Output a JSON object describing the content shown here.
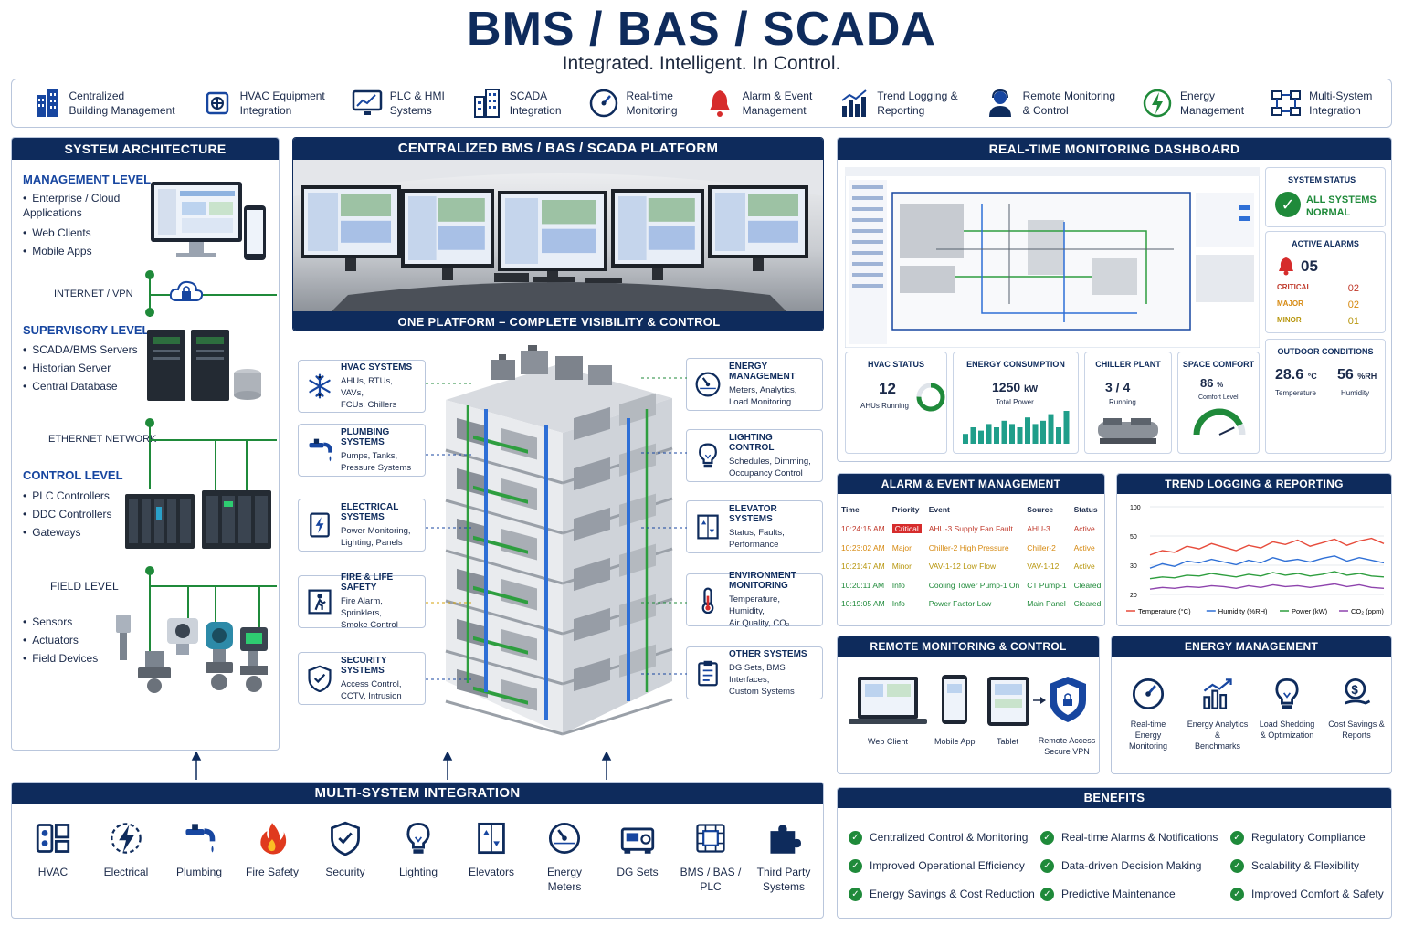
{
  "header": {
    "title": "BMS / BAS / SCADA",
    "subtitle": "Integrated. Intelligent. In Control."
  },
  "topbar": [
    {
      "label": "Centralized\nBuilding Management",
      "icon": "building-icon"
    },
    {
      "label": "HVAC Equipment\nIntegration",
      "icon": "hvac-icon"
    },
    {
      "label": "PLC & HMI\nSystems",
      "icon": "hmi-monitor-icon"
    },
    {
      "label": "SCADA\nIntegration",
      "icon": "tower-building-icon"
    },
    {
      "label": "Real-time\nMonitoring",
      "icon": "gauge-icon"
    },
    {
      "label": "Alarm & Event\nManagement",
      "icon": "alarm-bell-icon"
    },
    {
      "label": "Trend Logging &\nReporting",
      "icon": "bar-chart-icon"
    },
    {
      "label": "Remote Monitoring\n& Control",
      "icon": "operator-icon"
    },
    {
      "label": "Energy\nManagement",
      "icon": "energy-icon"
    },
    {
      "label": "Multi-System\nIntegration",
      "icon": "network-icon"
    }
  ],
  "architecture": {
    "title": "SYSTEM ARCHITECTURE",
    "management": {
      "title": "MANAGEMENT LEVEL",
      "items": [
        "Enterprise / Cloud\nApplications",
        "Web Clients",
        "Mobile Apps"
      ]
    },
    "internet": "INTERNET / VPN",
    "supervisory": {
      "title": "SUPERVISORY LEVEL",
      "items": [
        "SCADA/BMS Servers",
        "Historian Server",
        "Central Database"
      ]
    },
    "ethernet": "ETHERNET NETWORK",
    "control": {
      "title": "CONTROL LEVEL",
      "items": [
        "PLC Controllers",
        "DDC Controllers",
        "Gateways"
      ]
    },
    "field_label": "FIELD LEVEL",
    "field_items": [
      "Sensors",
      "Actuators",
      "Field Devices"
    ]
  },
  "platform": {
    "title": "CENTRALIZED BMS / BAS / SCADA PLATFORM",
    "caption": "ONE PLATFORM – COMPLETE VISIBILITY & CONTROL"
  },
  "systems_left": [
    {
      "title": "HVAC SYSTEMS",
      "desc": "AHUs, RTUs, VAVs,\nFCUs, Chillers",
      "icon": "snowflake-icon"
    },
    {
      "title": "PLUMBING SYSTEMS",
      "desc": "Pumps, Tanks,\nPressure Systems",
      "icon": "faucet-icon"
    },
    {
      "title": "ELECTRICAL SYSTEMS",
      "desc": "Power Monitoring,\nLighting, Panels",
      "icon": "electrical-panel-icon"
    },
    {
      "title": "FIRE & LIFE SAFETY",
      "desc": "Fire Alarm, Sprinklers,\nSmoke Control",
      "icon": "fire-exit-icon"
    },
    {
      "title": "SECURITY SYSTEMS",
      "desc": "Access Control,\nCCTV, Intrusion",
      "icon": "shield-icon"
    }
  ],
  "systems_right": [
    {
      "title": "ENERGY MANAGEMENT",
      "desc": "Meters, Analytics,\nLoad Monitoring",
      "icon": "meter-icon"
    },
    {
      "title": "LIGHTING CONTROL",
      "desc": "Schedules, Dimming,\nOccupancy Control",
      "icon": "bulb-icon"
    },
    {
      "title": "ELEVATOR SYSTEMS",
      "desc": "Status, Faults,\nPerformance",
      "icon": "elevator-icon"
    },
    {
      "title": "ENVIRONMENT MONITORING",
      "desc": "Temperature, Humidity,\nAir Quality, CO₂",
      "icon": "thermometer-icon"
    },
    {
      "title": "OTHER SYSTEMS",
      "desc": "DG Sets, BMS Interfaces,\nCustom Systems",
      "icon": "clipboard-icon"
    }
  ],
  "dashboard": {
    "title": "REAL-TIME MONITORING DASHBOARD",
    "system_status": {
      "title": "SYSTEM STATUS",
      "value": "ALL SYSTEMS\nNORMAL"
    },
    "active_alarms": {
      "title": "ACTIVE ALARMS",
      "count": "05",
      "rows": [
        {
          "label": "CRITICAL",
          "value": "02",
          "color": "#c0392b"
        },
        {
          "label": "MAJOR",
          "value": "02",
          "color": "#d68910"
        },
        {
          "label": "MINOR",
          "value": "01",
          "color": "#b7950b"
        }
      ]
    },
    "hvac": {
      "title": "HVAC STATUS",
      "value": "12",
      "sub": "AHUs Running",
      "fraction": 0.75
    },
    "energy": {
      "title": "ENERGY CONSUMPTION",
      "value": "1250",
      "unit": "kW",
      "sub": "Total Power",
      "bars": [
        3,
        5,
        4,
        6,
        5,
        7,
        6,
        5,
        8,
        6,
        7,
        9,
        5,
        10
      ]
    },
    "chiller": {
      "title": "CHILLER PLANT",
      "value": "3 / 4",
      "sub": "Running"
    },
    "comfort": {
      "title": "SPACE COMFORT",
      "value": "86",
      "unit": "%",
      "sub": "Comfort Level",
      "fraction": 0.86
    },
    "outdoor": {
      "title": "OUTDOOR CONDITIONS",
      "temp": "28.6",
      "temp_unit": "°C",
      "temp_label": "Temperature",
      "hum": "56",
      "hum_unit": "%RH",
      "hum_label": "Humidity"
    }
  },
  "alarm_table": {
    "title": "ALARM & EVENT MANAGEMENT",
    "headers": [
      "Time",
      "Priority",
      "Event",
      "Source",
      "Status"
    ],
    "rows": [
      {
        "time": "10:24:15 AM",
        "priority": "Critical",
        "event": "AHU-3 Supply Fan Fault",
        "source": "AHU-3",
        "status": "Active",
        "color": "#c0392b"
      },
      {
        "time": "10:23:02 AM",
        "priority": "Major",
        "event": "Chiller-2 High Pressure",
        "source": "Chiller-2",
        "status": "Active",
        "color": "#d68910"
      },
      {
        "time": "10:21:47 AM",
        "priority": "Minor",
        "event": "VAV-1-12 Low Flow",
        "source": "VAV-1-12",
        "status": "Active",
        "color": "#b7950b"
      },
      {
        "time": "10:20:11 AM",
        "priority": "Info",
        "event": "Cooling Tower Pump-1 On",
        "source": "CT Pump-1",
        "status": "Cleared",
        "color": "#1f8a3a"
      },
      {
        "time": "10:19:05 AM",
        "priority": "Info",
        "event": "Power Factor Low",
        "source": "Main Panel",
        "status": "Cleared",
        "color": "#1f8a3a"
      }
    ]
  },
  "trend": {
    "title": "TREND LOGGING & REPORTING",
    "chart_data": {
      "type": "line",
      "y_ticks": [
        "100",
        "50",
        "30",
        "20"
      ],
      "ylim": [
        0,
        100
      ],
      "series": [
        {
          "name": "Temperature (°C)",
          "color": "#e74c3c",
          "values": [
            45,
            50,
            48,
            55,
            52,
            58,
            54,
            50,
            56,
            53,
            60,
            57,
            62,
            55,
            59,
            63,
            56,
            61,
            64,
            58
          ]
        },
        {
          "name": "Humidity (%RH)",
          "color": "#2e6fd6",
          "values": [
            30,
            35,
            32,
            38,
            36,
            40,
            37,
            34,
            39,
            36,
            42,
            38,
            40,
            37,
            41,
            44,
            38,
            42,
            39,
            36
          ]
        },
        {
          "name": "Power (kW)",
          "color": "#2e9e3f",
          "values": [
            18,
            20,
            19,
            22,
            21,
            24,
            22,
            20,
            23,
            21,
            25,
            22,
            24,
            21,
            23,
            26,
            22,
            24,
            21,
            20
          ]
        },
        {
          "name": "CO₂ (ppm)",
          "color": "#8e44ad",
          "values": [
            6,
            8,
            7,
            9,
            8,
            10,
            9,
            7,
            10,
            8,
            11,
            9,
            10,
            8,
            10,
            12,
            9,
            11,
            8,
            7
          ]
        }
      ]
    }
  },
  "remote": {
    "title": "REMOTE MONITORING & CONTROL",
    "items": [
      {
        "label": "Web Client"
      },
      {
        "label": "Mobile App"
      },
      {
        "label": "Tablet"
      },
      {
        "label": "Remote Access\nSecure VPN"
      }
    ]
  },
  "energy_mgmt": {
    "title": "ENERGY MANAGEMENT",
    "items": [
      {
        "label": "Real-time\nEnergy Monitoring",
        "icon": "gauge-icon"
      },
      {
        "label": "Energy Analytics &\nBenchmarks",
        "icon": "analytics-icon"
      },
      {
        "label": "Load Shedding\n& Optimization",
        "icon": "bulb-icon"
      },
      {
        "label": "Cost Savings &\nReports",
        "icon": "savings-icon"
      }
    ]
  },
  "multi": {
    "title": "MULTI-SYSTEM INTEGRATION",
    "items": [
      {
        "label": "HVAC",
        "icon": "hvac-board-icon"
      },
      {
        "label": "Electrical",
        "icon": "lightning-icon"
      },
      {
        "label": "Plumbing",
        "icon": "faucet-icon"
      },
      {
        "label": "Fire Safety",
        "icon": "flame-icon"
      },
      {
        "label": "Security",
        "icon": "shield-icon"
      },
      {
        "label": "Lighting",
        "icon": "bulb-icon"
      },
      {
        "label": "Elevators",
        "icon": "elevator-icon"
      },
      {
        "label": "Energy Meters",
        "icon": "meter-icon"
      },
      {
        "label": "DG Sets",
        "icon": "generator-icon"
      },
      {
        "label": "BMS / BAS / PLC",
        "icon": "controller-icon"
      },
      {
        "label": "Third Party\nSystems",
        "icon": "puzzle-icon"
      }
    ]
  },
  "benefits": {
    "title": "BENEFITS",
    "items": [
      "Centralized Control & Monitoring",
      "Real-time Alarms & Notifications",
      "Regulatory Compliance",
      "Improved Operational Efficiency",
      "Data-driven Decision Making",
      "Scalability & Flexibility",
      "Energy Savings & Cost Reduction",
      "Predictive Maintenance",
      "Improved Comfort & Safety"
    ]
  },
  "colors": {
    "navy": "#0e2b5c",
    "green": "#1f8a3a",
    "blue": "#1746a0"
  }
}
